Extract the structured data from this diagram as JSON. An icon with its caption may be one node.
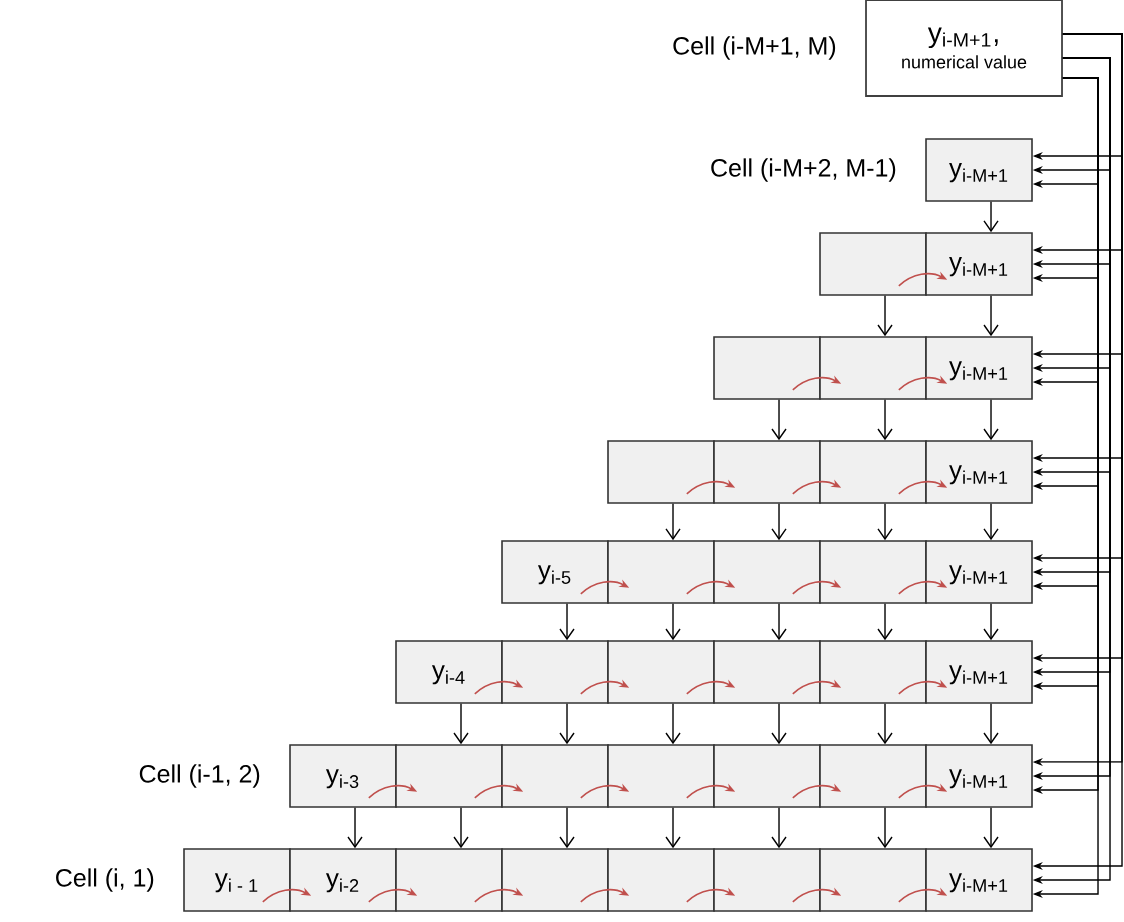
{
  "diagram": {
    "nodes": [
      {
        "text": [
          "y$_{i-M+1}$,",
          "numerical value"
        ],
        "beside": [
          "Cell (i-M+1, M)"
        ]
      },
      {
        "text": [
          "y$_{i-M+1}$"
        ],
        "beside": [
          "Cell (i-M+2, M-1)"
        ]
      },
      {
        "text": [],
        "shape": "box"
      },
      {
        "text": [
          "y$_{i-M+1}$"
        ]
      },
      {
        "text": [],
        "shape": "box"
      },
      {
        "text": [],
        "shape": "box"
      },
      {
        "text": [
          "y$_{i-M+1}$"
        ]
      },
      {
        "text": [],
        "shape": "box"
      },
      {
        "text": [],
        "shape": "box"
      },
      {
        "text": [],
        "shape": "box"
      },
      {
        "text": [
          "y$_{i-M+1}$"
        ]
      },
      {
        "text": [
          "y$_{i-5}$"
        ]
      },
      {
        "text": [],
        "shape": "box"
      },
      {
        "text": [],
        "shape": "box"
      },
      {
        "text": [],
        "shape": "box"
      },
      {
        "text": [
          "y$_{i-M+1}$"
        ]
      },
      {
        "text": [
          "y$_{i-4}$"
        ]
      },
      {
        "text": [],
        "shape": "box"
      },
      {
        "text": [],
        "shape": "box"
      },
      {
        "text": [],
        "shape": "box"
      },
      {
        "text": [],
        "shape": "box"
      },
      {
        "text": [
          "y$_{i-M+1}$"
        ]
      },
      {
        "text": [
          "y$_{i-3}$"
        ],
        "beside": [
          "Cell (i-1, 2)"
        ]
      },
      {
        "text": [],
        "shape": "box"
      },
      {
        "text": [],
        "shape": "box"
      },
      {
        "text": [],
        "shape": "box"
      },
      {
        "text": [],
        "shape": "box"
      },
      {
        "text": [],
        "shape": "box"
      },
      {
        "text": [
          "y$_{i-M+1}$"
        ]
      },
      {
        "text": [
          "y$_{i - 1}$"
        ],
        "beside": [
          "Cell (i, 1)"
        ]
      },
      {
        "text": [
          "y$_{i-2}$"
        ]
      },
      {
        "text": [],
        "shape": "box"
      },
      {
        "text": [],
        "shape": "box"
      },
      {
        "text": [],
        "shape": "box"
      },
      {
        "text": [],
        "shape": "box"
      },
      {
        "text": [],
        "shape": "box"
      },
      {
        "text": [
          "y$_{i-M+1}$"
        ]
      }
    ],
    "edges": [
      {
        "from": 0,
        "to": 1,
        "arrow": "to"
      },
      {
        "from": 0,
        "to": 1,
        "arrow": "to"
      },
      {
        "from": 0,
        "to": 1,
        "arrow": "to"
      },
      {
        "from": 0,
        "to": 3,
        "arrow": "to"
      },
      {
        "from": 0,
        "to": 3,
        "arrow": "to"
      },
      {
        "from": 0,
        "to": 3,
        "arrow": "to"
      },
      {
        "from": 0,
        "to": 6,
        "arrow": "to"
      },
      {
        "from": 0,
        "to": 6,
        "arrow": "to"
      },
      {
        "from": 0,
        "to": 6,
        "arrow": "to"
      },
      {
        "from": 0,
        "to": 10,
        "arrow": "to"
      },
      {
        "from": 0,
        "to": 10,
        "arrow": "to"
      },
      {
        "from": 0,
        "to": 10,
        "arrow": "to"
      },
      {
        "from": 0,
        "to": 15,
        "arrow": "to"
      },
      {
        "from": 0,
        "to": 15,
        "arrow": "to"
      },
      {
        "from": 0,
        "to": 15,
        "arrow": "to"
      },
      {
        "from": 0,
        "to": 21,
        "arrow": "to"
      },
      {
        "from": 0,
        "to": 21,
        "arrow": "to"
      },
      {
        "from": 0,
        "to": 21,
        "arrow": "to"
      },
      {
        "from": 0,
        "to": 28,
        "arrow": "to"
      },
      {
        "from": 0,
        "to": 28,
        "arrow": "to"
      },
      {
        "from": 0,
        "to": 28,
        "arrow": "to"
      },
      {
        "from": 0,
        "to": 36,
        "arrow": "to"
      },
      {
        "from": 0,
        "to": 36,
        "arrow": "to"
      },
      {
        "from": 0,
        "to": 36,
        "arrow": "to"
      },
      {
        "from": 2,
        "to": 3,
        "arrow": "to",
        "color": "#c0504d"
      },
      {
        "from": 4,
        "to": 5,
        "arrow": "to",
        "color": "#c0504d"
      },
      {
        "from": 5,
        "to": 6,
        "arrow": "to",
        "color": "#c0504d"
      },
      {
        "from": 7,
        "to": 8,
        "arrow": "to",
        "color": "#c0504d"
      },
      {
        "from": 8,
        "to": 9,
        "arrow": "to",
        "color": "#c0504d"
      },
      {
        "from": 9,
        "to": 10,
        "arrow": "to",
        "color": "#c0504d"
      },
      {
        "from": 11,
        "to": 12,
        "arrow": "to",
        "color": "#c0504d"
      },
      {
        "from": 12,
        "to": 13,
        "arrow": "to",
        "color": "#c0504d"
      },
      {
        "from": 13,
        "to": 14,
        "arrow": "to",
        "color": "#c0504d"
      },
      {
        "from": 14,
        "to": 15,
        "arrow": "to",
        "color": "#c0504d"
      },
      {
        "from": 16,
        "to": 17,
        "arrow": "to",
        "color": "#c0504d"
      },
      {
        "from": 17,
        "to": 18,
        "arrow": "to",
        "color": "#c0504d"
      },
      {
        "from": 18,
        "to": 19,
        "arrow": "to",
        "color": "#c0504d"
      },
      {
        "from": 19,
        "to": 20,
        "arrow": "to",
        "color": "#c0504d"
      },
      {
        "from": 20,
        "to": 21,
        "arrow": "to",
        "color": "#c0504d"
      },
      {
        "from": 22,
        "to": 23,
        "arrow": "to",
        "color": "#c0504d"
      },
      {
        "from": 23,
        "to": 24,
        "arrow": "to",
        "color": "#c0504d"
      },
      {
        "from": 24,
        "to": 25,
        "arrow": "to",
        "color": "#c0504d"
      },
      {
        "from": 25,
        "to": 26,
        "arrow": "to",
        "color": "#c0504d"
      },
      {
        "from": 26,
        "to": 27,
        "arrow": "to",
        "color": "#c0504d"
      },
      {
        "from": 27,
        "to": 28,
        "arrow": "to",
        "color": "#c0504d"
      },
      {
        "from": 29,
        "to": 30,
        "arrow": "to",
        "color": "#c0504d"
      },
      {
        "from": 30,
        "to": 31,
        "arrow": "to",
        "color": "#c0504d"
      },
      {
        "from": 31,
        "to": 32,
        "arrow": "to",
        "color": "#c0504d"
      },
      {
        "from": 32,
        "to": 33,
        "arrow": "to",
        "color": "#c0504d"
      },
      {
        "from": 33,
        "to": 34,
        "arrow": "to",
        "color": "#c0504d"
      },
      {
        "from": 34,
        "to": 35,
        "arrow": "to",
        "color": "#c0504d"
      },
      {
        "from": 35,
        "to": 36,
        "arrow": "to",
        "color": "#c0504d"
      },
      {
        "from": 1,
        "to": 3,
        "arrow": "to"
      },
      {
        "from": 2,
        "to": 5,
        "arrow": "to"
      },
      {
        "from": 3,
        "to": 6,
        "arrow": "to"
      },
      {
        "from": 4,
        "to": 8,
        "arrow": "to"
      },
      {
        "from": 5,
        "to": 9,
        "arrow": "to"
      },
      {
        "from": 6,
        "to": 10,
        "arrow": "to"
      },
      {
        "from": 7,
        "to": 12,
        "arrow": "to"
      },
      {
        "from": 8,
        "to": 13,
        "arrow": "to"
      },
      {
        "from": 9,
        "to": 14,
        "arrow": "to"
      },
      {
        "from": 10,
        "to": 15,
        "arrow": "to"
      },
      {
        "from": 11,
        "to": 17,
        "arrow": "to"
      },
      {
        "from": 12,
        "to": 18,
        "arrow": "to"
      },
      {
        "from": 13,
        "to": 19,
        "arrow": "to"
      },
      {
        "from": 14,
        "to": 20,
        "arrow": "to"
      },
      {
        "from": 15,
        "to": 21,
        "arrow": "to"
      },
      {
        "from": 16,
        "to": 23,
        "arrow": "to"
      },
      {
        "from": 17,
        "to": 24,
        "arrow": "to"
      },
      {
        "from": 18,
        "to": 25,
        "arrow": "to"
      },
      {
        "from": 19,
        "to": 26,
        "arrow": "to"
      },
      {
        "from": 20,
        "to": 27,
        "arrow": "to"
      },
      {
        "from": 21,
        "to": 28,
        "arrow": "to"
      },
      {
        "from": 22,
        "to": 30,
        "arrow": "to"
      },
      {
        "from": 23,
        "to": 31,
        "arrow": "to"
      },
      {
        "from": 24,
        "to": 32,
        "arrow": "to"
      },
      {
        "from": 25,
        "to": 33,
        "arrow": "to"
      },
      {
        "from": 26,
        "to": 34,
        "arrow": "to"
      },
      {
        "from": 27,
        "to": 35,
        "arrow": "to"
      },
      {
        "from": 28,
        "to": 36,
        "arrow": "to"
      }
    ]
  }
}
